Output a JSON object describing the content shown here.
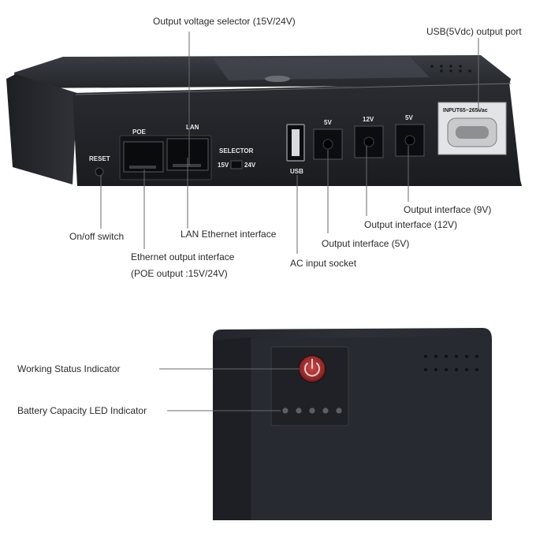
{
  "top_view": {
    "port_labels": {
      "reset": "RESET",
      "poe": "POE",
      "lan": "LAN",
      "selector": "SELECTOR",
      "selector_15v": "15V",
      "selector_24v": "24V",
      "usb": "USB",
      "dc1": "5V",
      "dc2": "12V",
      "dc3": "5V",
      "ac_input": "INPUT65~265Vac"
    },
    "callouts": {
      "voltage_selector": "Output voltage selector (15V/24V)",
      "usb_port": "USB(5Vdc) output port",
      "on_off_switch": "On/off switch",
      "lan_ethernet": "LAN Ethernet interface",
      "ethernet_output_line1": "Ethernet output interface",
      "ethernet_output_line2": "(POE output :15V/24V)",
      "ac_input_socket": "AC input socket",
      "output_5v": "Output interface (5V)",
      "output_12v": "Output interface (12V)",
      "output_9v": "Output interface (9V)"
    }
  },
  "bottom_view": {
    "callouts": {
      "working_status": "Working Status Indicator",
      "battery_capacity": "Battery Capacity LED Indicator"
    },
    "battery_led_count": 5
  }
}
